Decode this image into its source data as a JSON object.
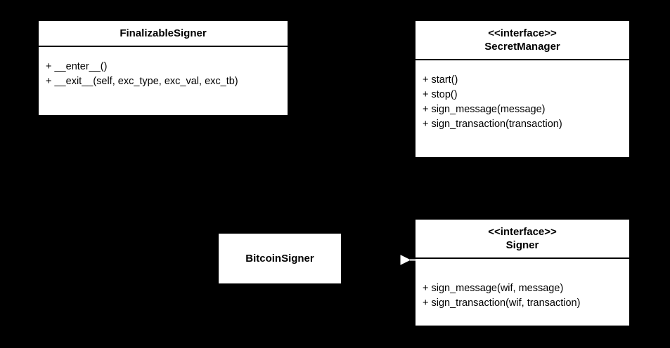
{
  "diagram": {
    "type": "uml-class-diagram",
    "background_color": "#000000",
    "box_fill_color": "#ffffff",
    "line_color": "#000000",
    "classes": [
      {
        "id": "finalizable-signer",
        "name": "FinalizableSigner",
        "stereotype": "",
        "members": [
          "+ __enter__()",
          "+ __exit__(self, exc_type, exc_val, exc_tb)"
        ]
      },
      {
        "id": "secret-manager",
        "name": "SecretManager",
        "stereotype": "<<interface>>",
        "members": [
          "+ start()",
          "+ stop()",
          "+ sign_message(message)",
          "+ sign_transaction(transaction)"
        ]
      },
      {
        "id": "bitcoin-signer",
        "name": "BitcoinSigner",
        "stereotype": "",
        "members": []
      },
      {
        "id": "signer",
        "name": "Signer",
        "stereotype": "<<interface>>",
        "members": [
          "+ sign_message(wif, message)",
          "+ sign_transaction(wif, transaction)"
        ]
      }
    ],
    "relationships": [
      {
        "id": "bitcoinsigner-realizes-signer",
        "kind": "realization",
        "source": "bitcoin-signer",
        "target": "signer",
        "arrow": "hollow-triangle"
      }
    ]
  }
}
